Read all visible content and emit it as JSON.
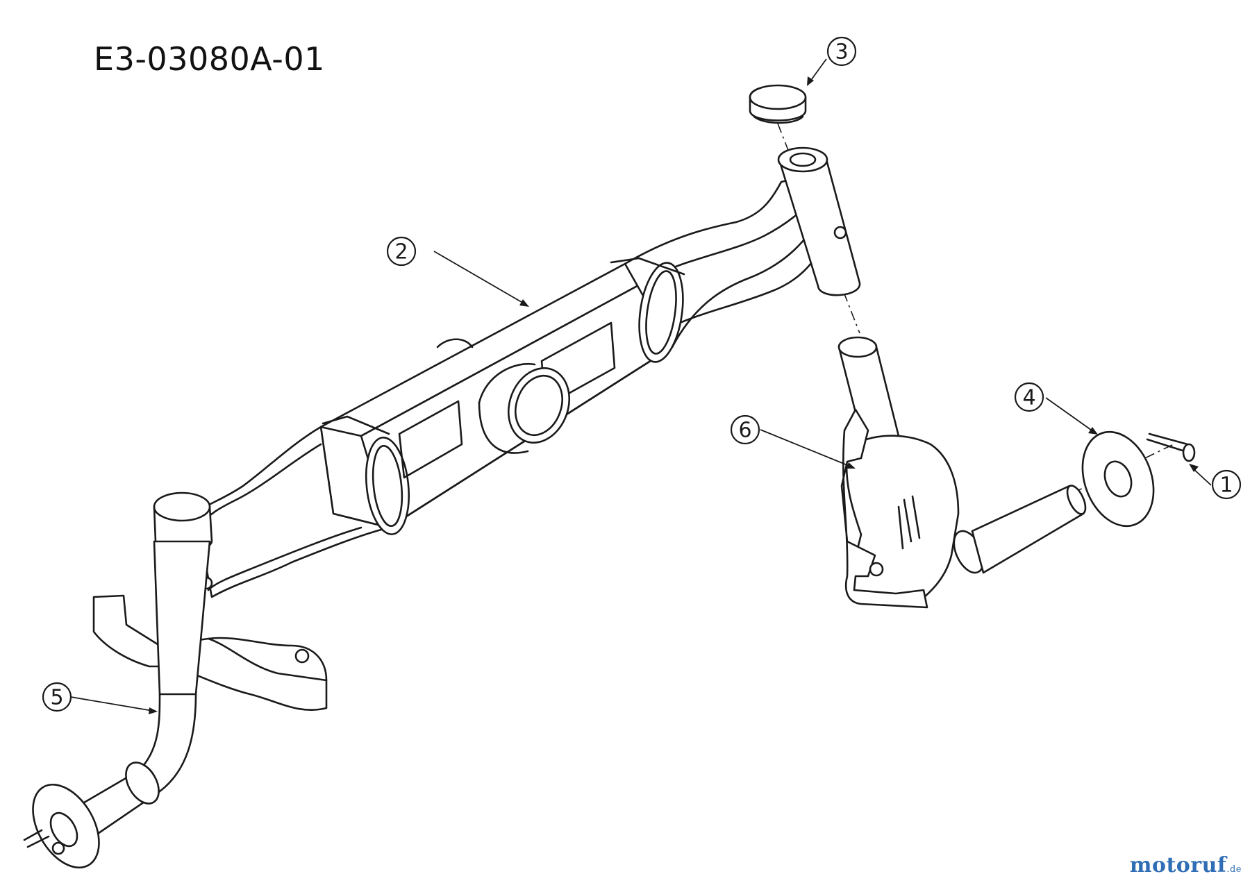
{
  "diagram_code": "E3-03080A-01",
  "callouts": [
    {
      "id": "1",
      "label": "1"
    },
    {
      "id": "2",
      "label": "2"
    },
    {
      "id": "3",
      "label": "3"
    },
    {
      "id": "4",
      "label": "4"
    },
    {
      "id": "5",
      "label": "5"
    },
    {
      "id": "6",
      "label": "6"
    }
  ],
  "watermark": {
    "name": "motoruf",
    "tld": ".de",
    "color": "#2f6db5"
  },
  "colors": {
    "line": "#1a1a1a",
    "background": "#ffffff"
  }
}
